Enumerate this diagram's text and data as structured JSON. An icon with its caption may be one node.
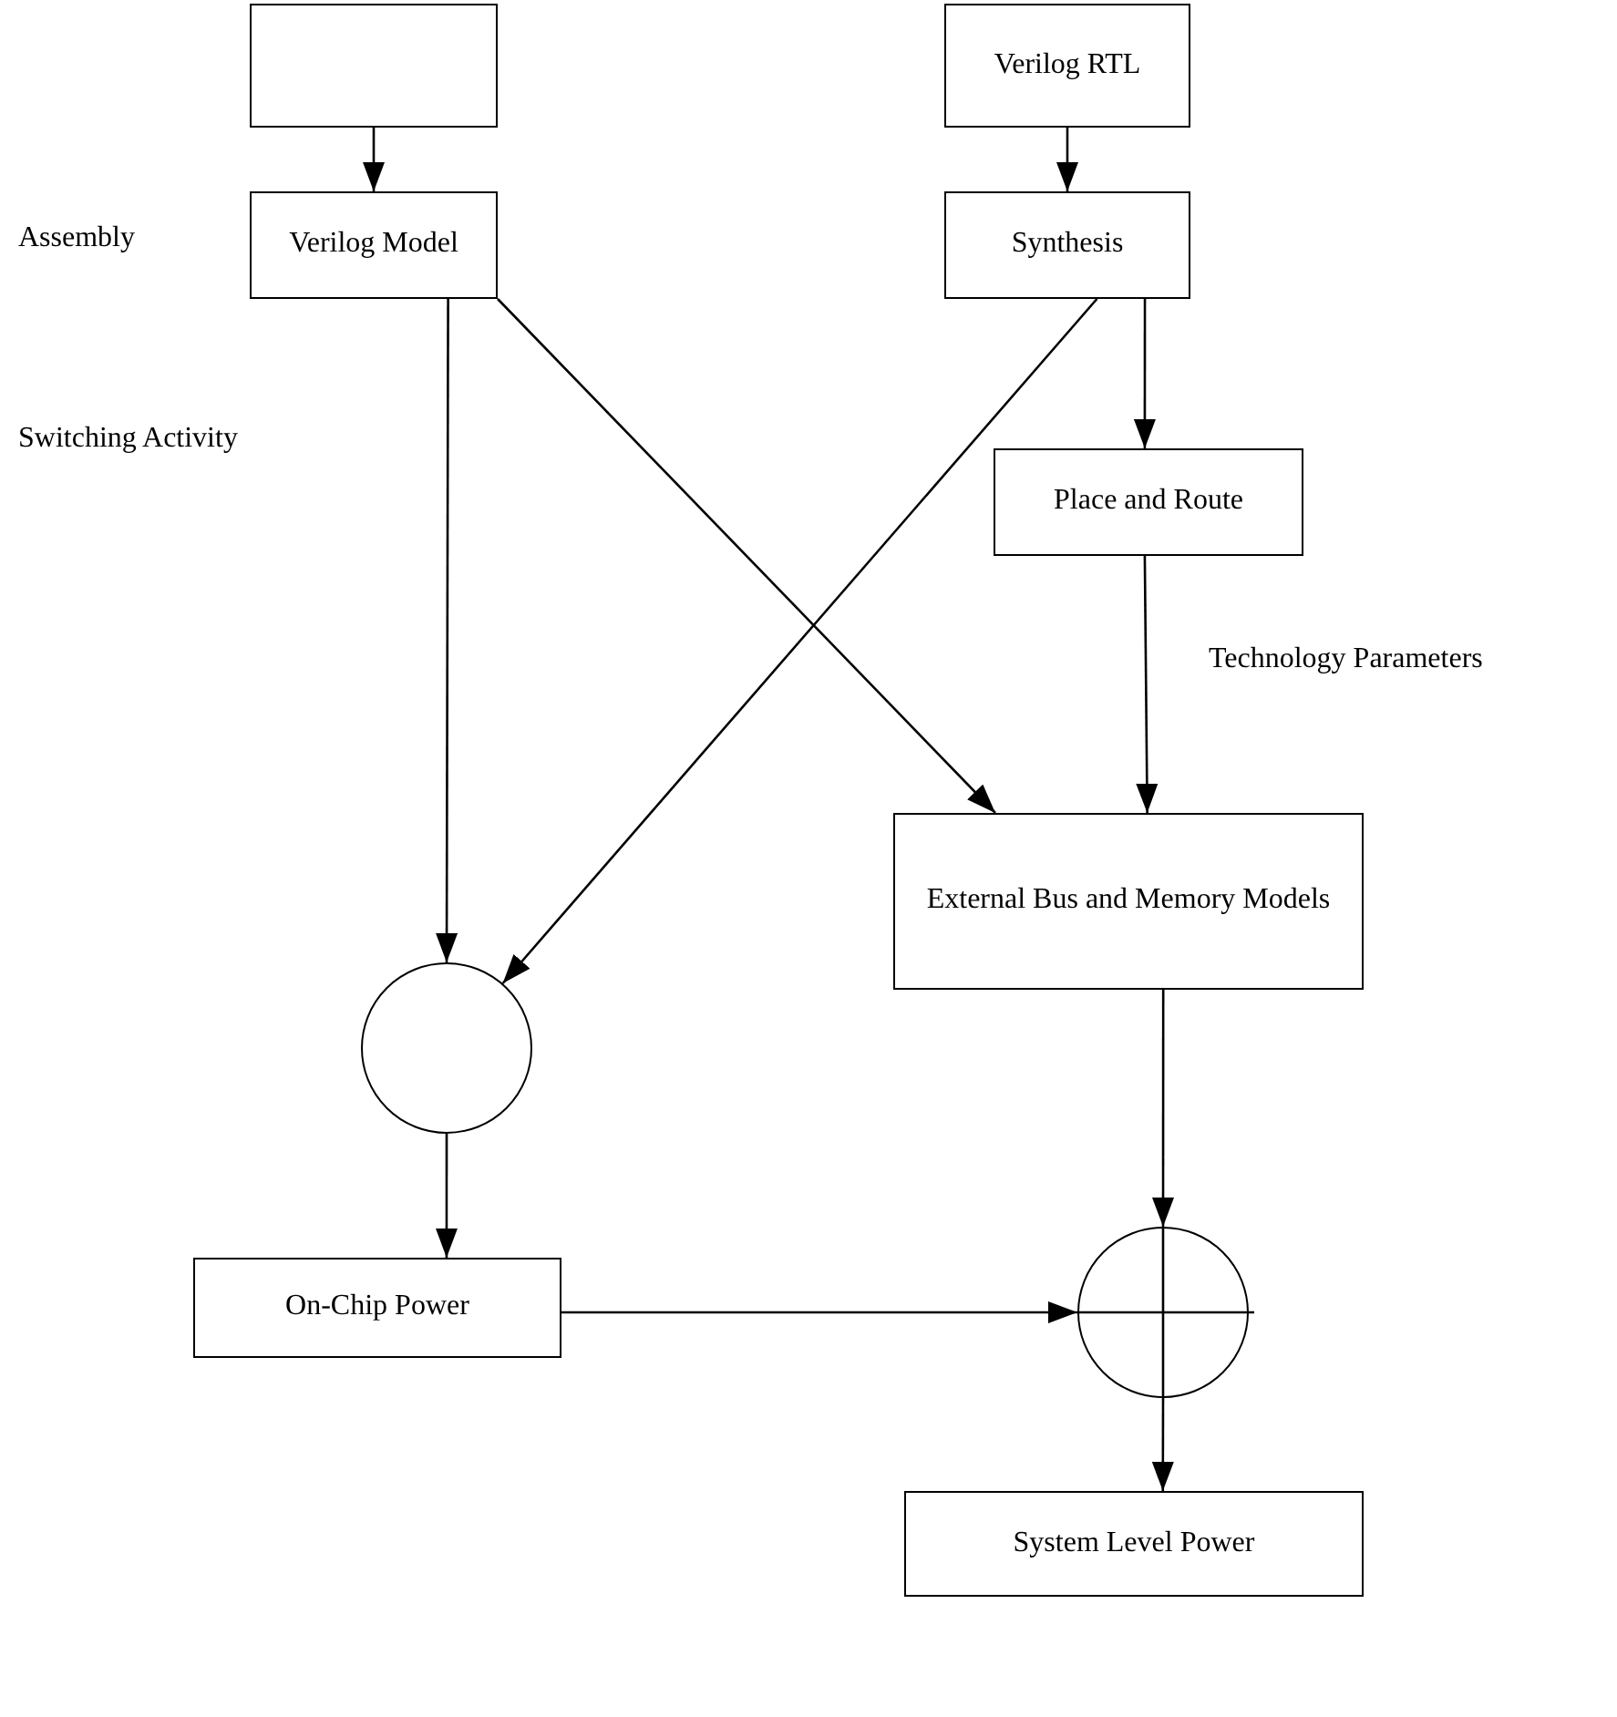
{
  "diagram": {
    "nodes": [
      {
        "text": [],
        "shape": "box"
      },
      {
        "text": [
          "Verilog RTL"
        ]
      },
      {
        "text": [
          "Verilog Model"
        ]
      },
      {
        "text": [
          "Synthesis"
        ]
      },
      {
        "text": [
          "Place and Route"
        ]
      },
      {
        "text": [],
        "shape": "circle"
      },
      {
        "text": [
          "External Bus and Memory Models"
        ]
      },
      {
        "text": [],
        "shape": "circle"
      },
      {
        "text": [
          "On-Chip Power"
        ]
      },
      {
        "text": [
          "System Level Power"
        ]
      }
    ],
    "edges": [
      {
        "from": 0,
        "to": 2,
        "arrow": "to"
      },
      {
        "from": 1,
        "to": 3,
        "arrow": "to"
      },
      {
        "from": 3,
        "to": 4,
        "arrow": "to"
      },
      {
        "from": 2,
        "to": 5,
        "arrow": "to"
      },
      {
        "from": 3,
        "to": 5,
        "arrow": "to"
      },
      {
        "from": 2,
        "to": 6,
        "arrow": "to"
      },
      {
        "from": 4,
        "to": 6,
        "arrow": "to"
      },
      {
        "from": 6,
        "to": 7,
        "arrow": "to"
      },
      {
        "from": 5,
        "to": 8,
        "arrow": "to"
      },
      {
        "from": 8,
        "to": 7,
        "arrow": "to"
      },
      {
        "from": 7,
        "to": 9,
        "arrow": "to"
      }
    ],
    "labels": [
      "Assembly",
      "Switching Activity",
      "Technology Parameters"
    ]
  }
}
